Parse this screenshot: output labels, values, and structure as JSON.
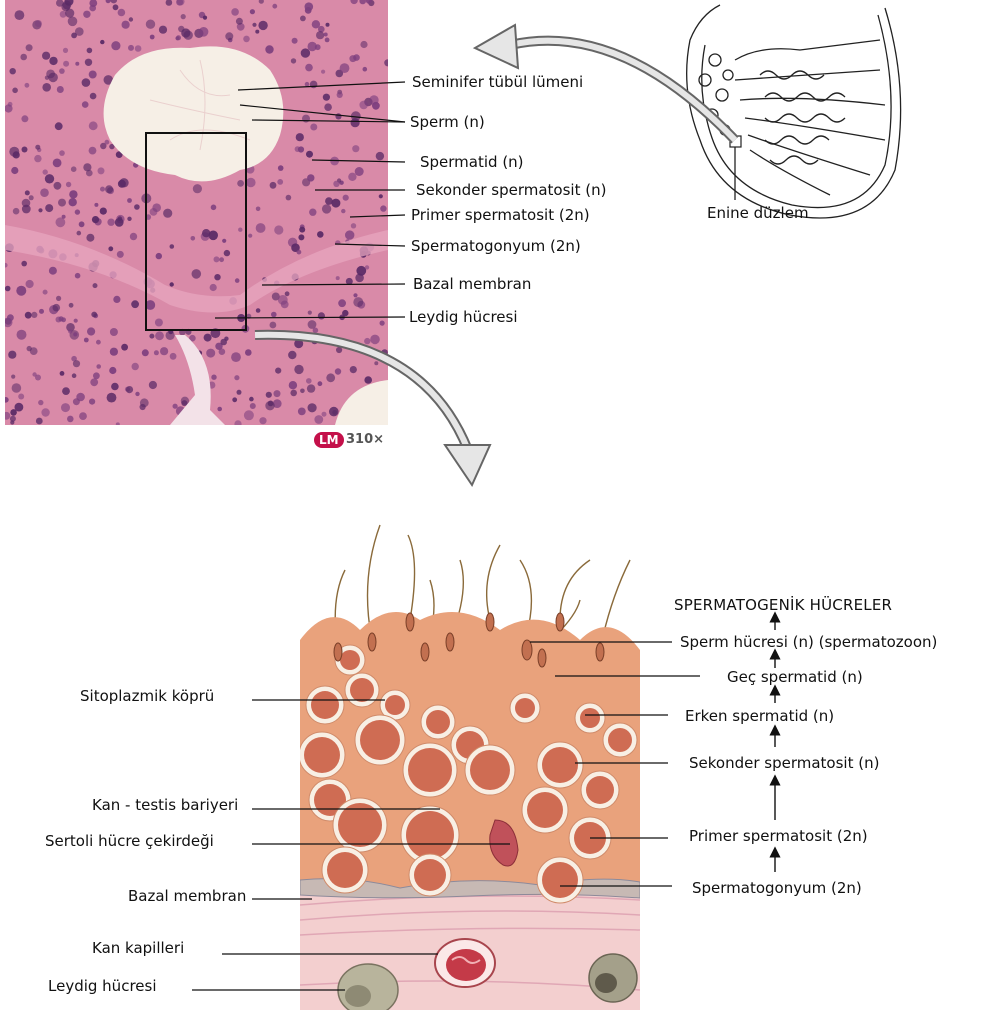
{
  "micrograph": {
    "labels": [
      "Seminifer tübül lümeni",
      "Sperm (n)",
      "Spermatid (n)",
      "Sekonder spermatosit (n)",
      "Primer spermatosit (2n)",
      "Spermatogonyum (2n)",
      "Bazal membran",
      "Leydig hücresi"
    ],
    "badge": "LM",
    "magnification": "310×"
  },
  "testis_sketch": {
    "label": "Enine düzlem"
  },
  "drawing": {
    "heading": "SPERMATOGENİK HÜCRELER",
    "right_labels": [
      "Sperm hücresi (n) (spermatozoon)",
      "Geç  spermatid (n)",
      "Erken spermatid (n)",
      "Sekonder spermatosit (n)",
      "Primer spermatosit (2n)",
      "Spermatogonyum (2n)"
    ],
    "left_labels": [
      "Sitoplazmik köprü",
      "Kan - testis bariyeri",
      "Sertoli hücre çekirdeği",
      "Bazal membran",
      "Kan kapilleri",
      "Leydig hücresi"
    ]
  },
  "colors": {
    "tissue_pink": "#d98aa8",
    "nucleus_purple": "#5a2a66",
    "lumen": "#f6efe6",
    "drawing_orange": "#e9a27c",
    "cell_red": "#c8553a",
    "badge": "#c4104a"
  }
}
